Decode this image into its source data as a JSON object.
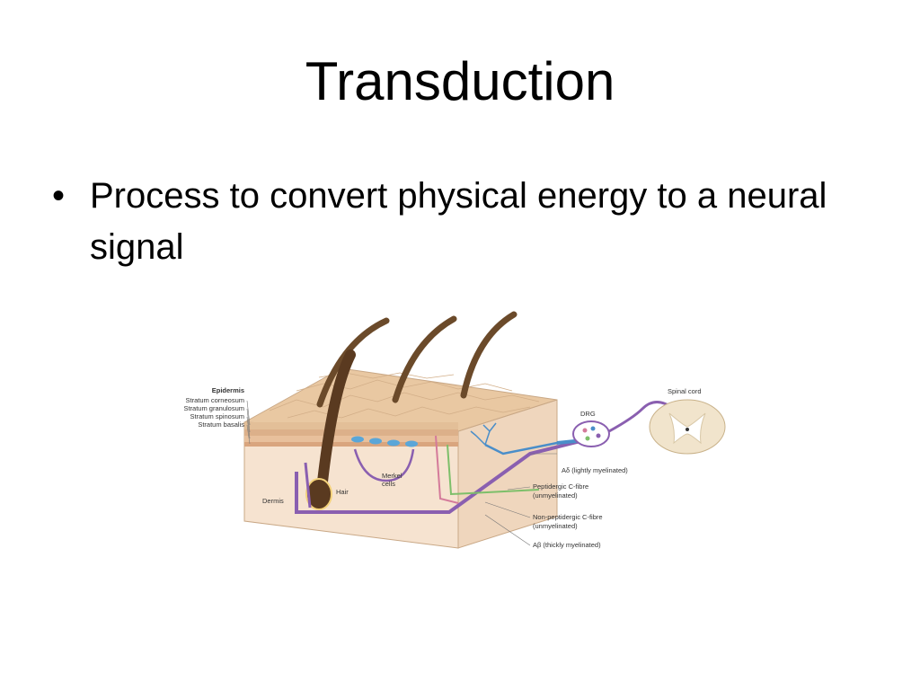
{
  "slide": {
    "title": "Transduction",
    "bullets": [
      "Process to convert physical energy to a neural signal"
    ]
  },
  "diagram": {
    "labels": {
      "epidermis": "Epidermis",
      "stratum_corneosum": "Stratum corneosum",
      "stratum_granulosum": "Stratum granulosum",
      "stratum_spinosum": "Stratum spinosum",
      "stratum_basalis": "Stratum basalis",
      "dermis": "Dermis",
      "hair": "Hair",
      "merkel_cells_1": "Merkel",
      "merkel_cells_2": "cells",
      "drg": "DRG",
      "spinal_cord": "Spinal cord",
      "a_delta": "Aδ (lightly myelinated)",
      "peptidergic_1": "Peptidergic C-fibre",
      "peptidergic_2": "(unmyelinated)",
      "non_peptidergic_1": "Non-peptidergic C-fibre",
      "non_peptidergic_2": "(unmyelinated)",
      "a_beta": "Aβ (thickly myelinated)"
    },
    "colors": {
      "skin_top": "#e8c9a6",
      "skin_side": "#f4dcc4",
      "dermis": "#f7e6d6",
      "hair": "#6b4a2a",
      "fibre_purple": "#8a5fb0",
      "fibre_blue": "#4a8ec9",
      "fibre_green": "#7dbf6a",
      "fibre_pink": "#d47a9a",
      "merkel": "#5aa6d8",
      "spinal_grey": "#e6dcc4"
    }
  }
}
